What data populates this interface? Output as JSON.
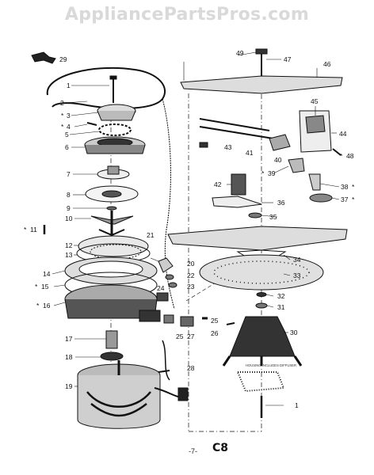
{
  "watermark": "AppliancePartsPros.com",
  "page_number": "-7-",
  "page_code": "C8",
  "note_text": "HOUSING INCLUDES DIFFUSER",
  "callouts": {
    "p1": "1",
    "p2": "2",
    "p3": "3",
    "p4": "4",
    "p5": "5",
    "p6": "6",
    "p7": "7",
    "p8": "8",
    "p9": "9",
    "p10": "10",
    "p11": "11",
    "p12": "12",
    "p13": "13",
    "p14": "14",
    "p15": "15",
    "p16": "16",
    "p17": "17",
    "p18": "18",
    "p19": "19",
    "p20": "20",
    "p21": "21",
    "p22": "22",
    "p23": "23",
    "p24": "24",
    "p25a": "25",
    "p25b": "25",
    "p26": "26",
    "p27": "27",
    "p28": "28",
    "p29": "29",
    "p30": "30",
    "p31": "31",
    "p32": "32",
    "p33": "33",
    "p34": "34",
    "p35": "35",
    "p36": "36",
    "p37": "37",
    "p38": "38",
    "p39": "39",
    "p40": "40",
    "p41": "41",
    "p42": "42",
    "p43": "43",
    "p44": "44",
    "p45": "45",
    "p46": "46",
    "p47": "47",
    "p48": "48",
    "p49": "49",
    "p1b": "1"
  },
  "starred": [
    "3",
    "4",
    "11",
    "15",
    "16",
    "37",
    "38",
    "39",
    "48"
  ]
}
